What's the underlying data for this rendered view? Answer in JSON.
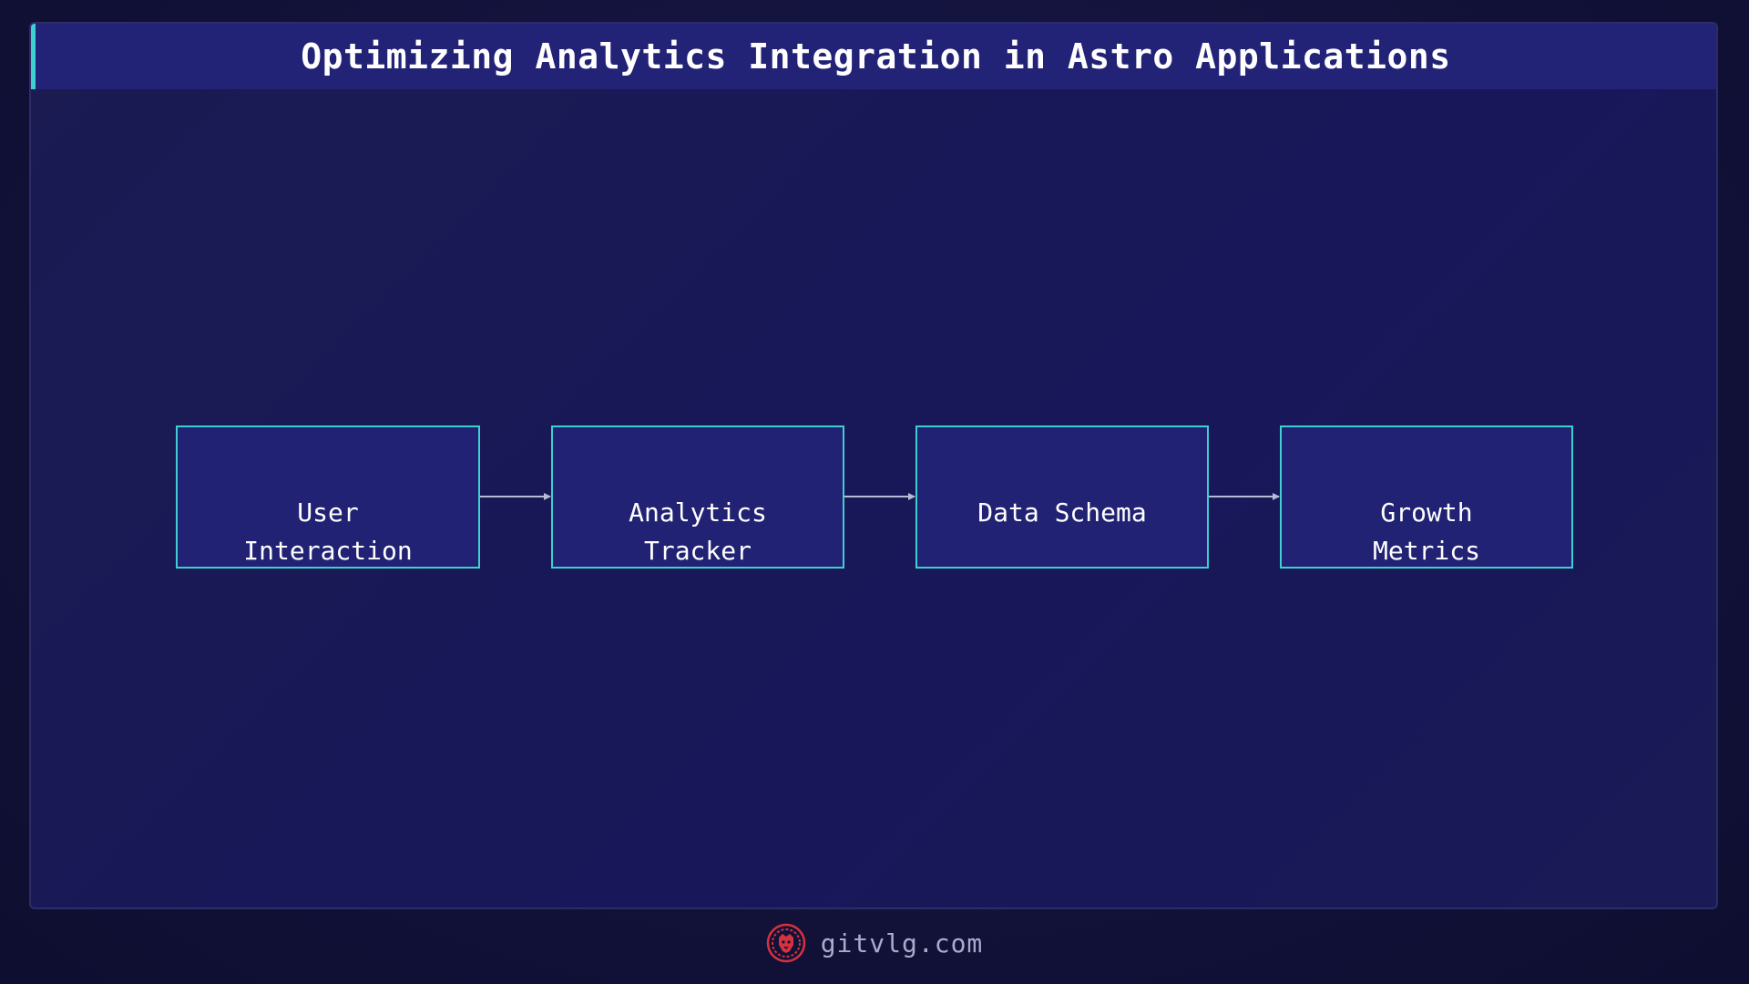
{
  "header": {
    "title": "Optimizing Analytics Integration in Astro Applications"
  },
  "diagram": {
    "nodes": [
      {
        "label": "User\nInteraction"
      },
      {
        "label": "Analytics\nTracker"
      },
      {
        "label": "Data Schema"
      },
      {
        "label": "Growth\nMetrics"
      }
    ],
    "edges": [
      {
        "from": "User\nInteraction",
        "to": "Analytics\nTracker"
      },
      {
        "from": "Analytics\nTracker",
        "to": "Data Schema"
      },
      {
        "from": "Data Schema",
        "to": "Growth\nMetrics"
      }
    ]
  },
  "footer": {
    "site": "gitvlg.com",
    "logo_icon": "lion-head-icon"
  },
  "colors": {
    "background": "#12123a",
    "panel": "#1b1b52",
    "title_bar": "#222276",
    "accent": "#3ecfd0",
    "node_fill": "#222274",
    "arrow": "#b8bbd6",
    "logo": "#d6323e"
  }
}
